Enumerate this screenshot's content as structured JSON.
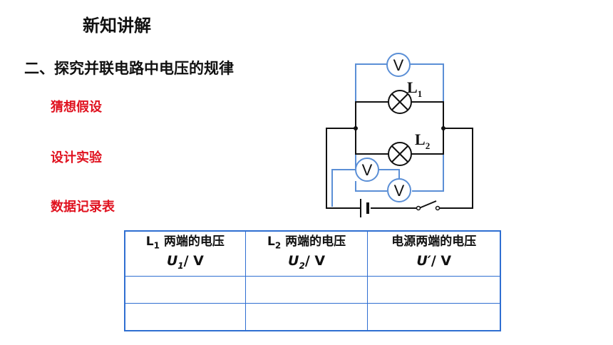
{
  "title": "新知讲解",
  "section_heading": "二、探究并联电路中电压的规律",
  "steps": [
    "猜想假设",
    "设计实验",
    "数据记录表"
  ],
  "circuit": {
    "lamp_labels": [
      {
        "letter": "L",
        "sub": "1"
      },
      {
        "letter": "L",
        "sub": "2"
      }
    ],
    "voltmeter_symbol": "V",
    "wire_color": "#111111",
    "meter_wire_color": "#5b8fd6"
  },
  "table": {
    "headers": [
      {
        "line1_letter": "L",
        "line1_sub": "1",
        "line1_rest": " 两端的电压",
        "line2_var": "U",
        "line2_sub": "1",
        "line2_unit": "/ V"
      },
      {
        "line1_letter": "L",
        "line1_sub": "2",
        "line1_rest": " 两端的电压",
        "line2_var": "U",
        "line2_sub": "2",
        "line2_unit": "/ V"
      },
      {
        "line1_letter": "电源两端的电压",
        "line1_sub": "",
        "line1_rest": "",
        "line2_var": "U′",
        "line2_sub": "",
        "line2_unit": "/ V"
      }
    ],
    "rows": [
      [
        "",
        "",
        ""
      ],
      [
        "",
        "",
        ""
      ]
    ],
    "border_color": "#2f6fd1"
  },
  "colors": {
    "heading": "#111111",
    "step_text": "#e0121f"
  }
}
